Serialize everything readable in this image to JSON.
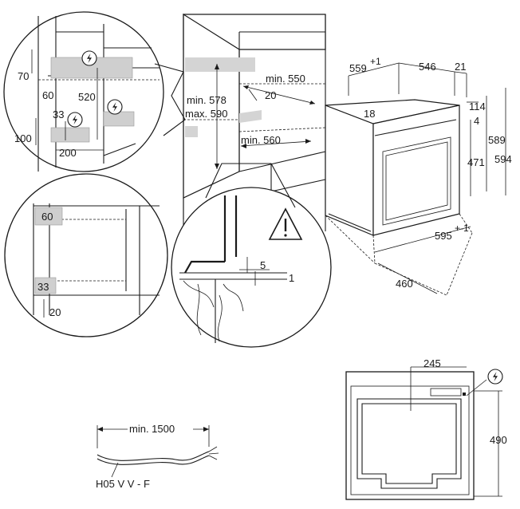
{
  "diagram": {
    "cabinet_dims": {
      "min_550": "min. 550",
      "min_578": "min. 578",
      "max_590": "max. 590",
      "d_20": "20",
      "min_560": "min. 560"
    },
    "oven_dims": {
      "d_559": "559",
      "d_559_tol": "+1",
      "d_546": "546",
      "d_21": "21",
      "d_114": "114",
      "d_4": "4",
      "d_18": "18",
      "d_589": "589",
      "d_594": "594",
      "d_471": "471",
      "d_595": "595",
      "d_595_tol": "+-1",
      "d_460": "460"
    },
    "detail_top": {
      "d_70": "70",
      "d_60": "60",
      "d_520": "520",
      "d_33": "33",
      "d_100": "100",
      "d_200": "200"
    },
    "detail_mid": {
      "d_60": "60",
      "d_33": "33",
      "d_20": "20"
    },
    "detail_floor": {
      "d_5": "5",
      "d_1": "1"
    },
    "back_view": {
      "d_245": "245",
      "d_490": "490"
    },
    "cable": {
      "min_1500": "min. 1500",
      "type": "H05 V V - F"
    },
    "symbols": [
      "electric-connection-icon",
      "warning-triangle-icon"
    ]
  }
}
